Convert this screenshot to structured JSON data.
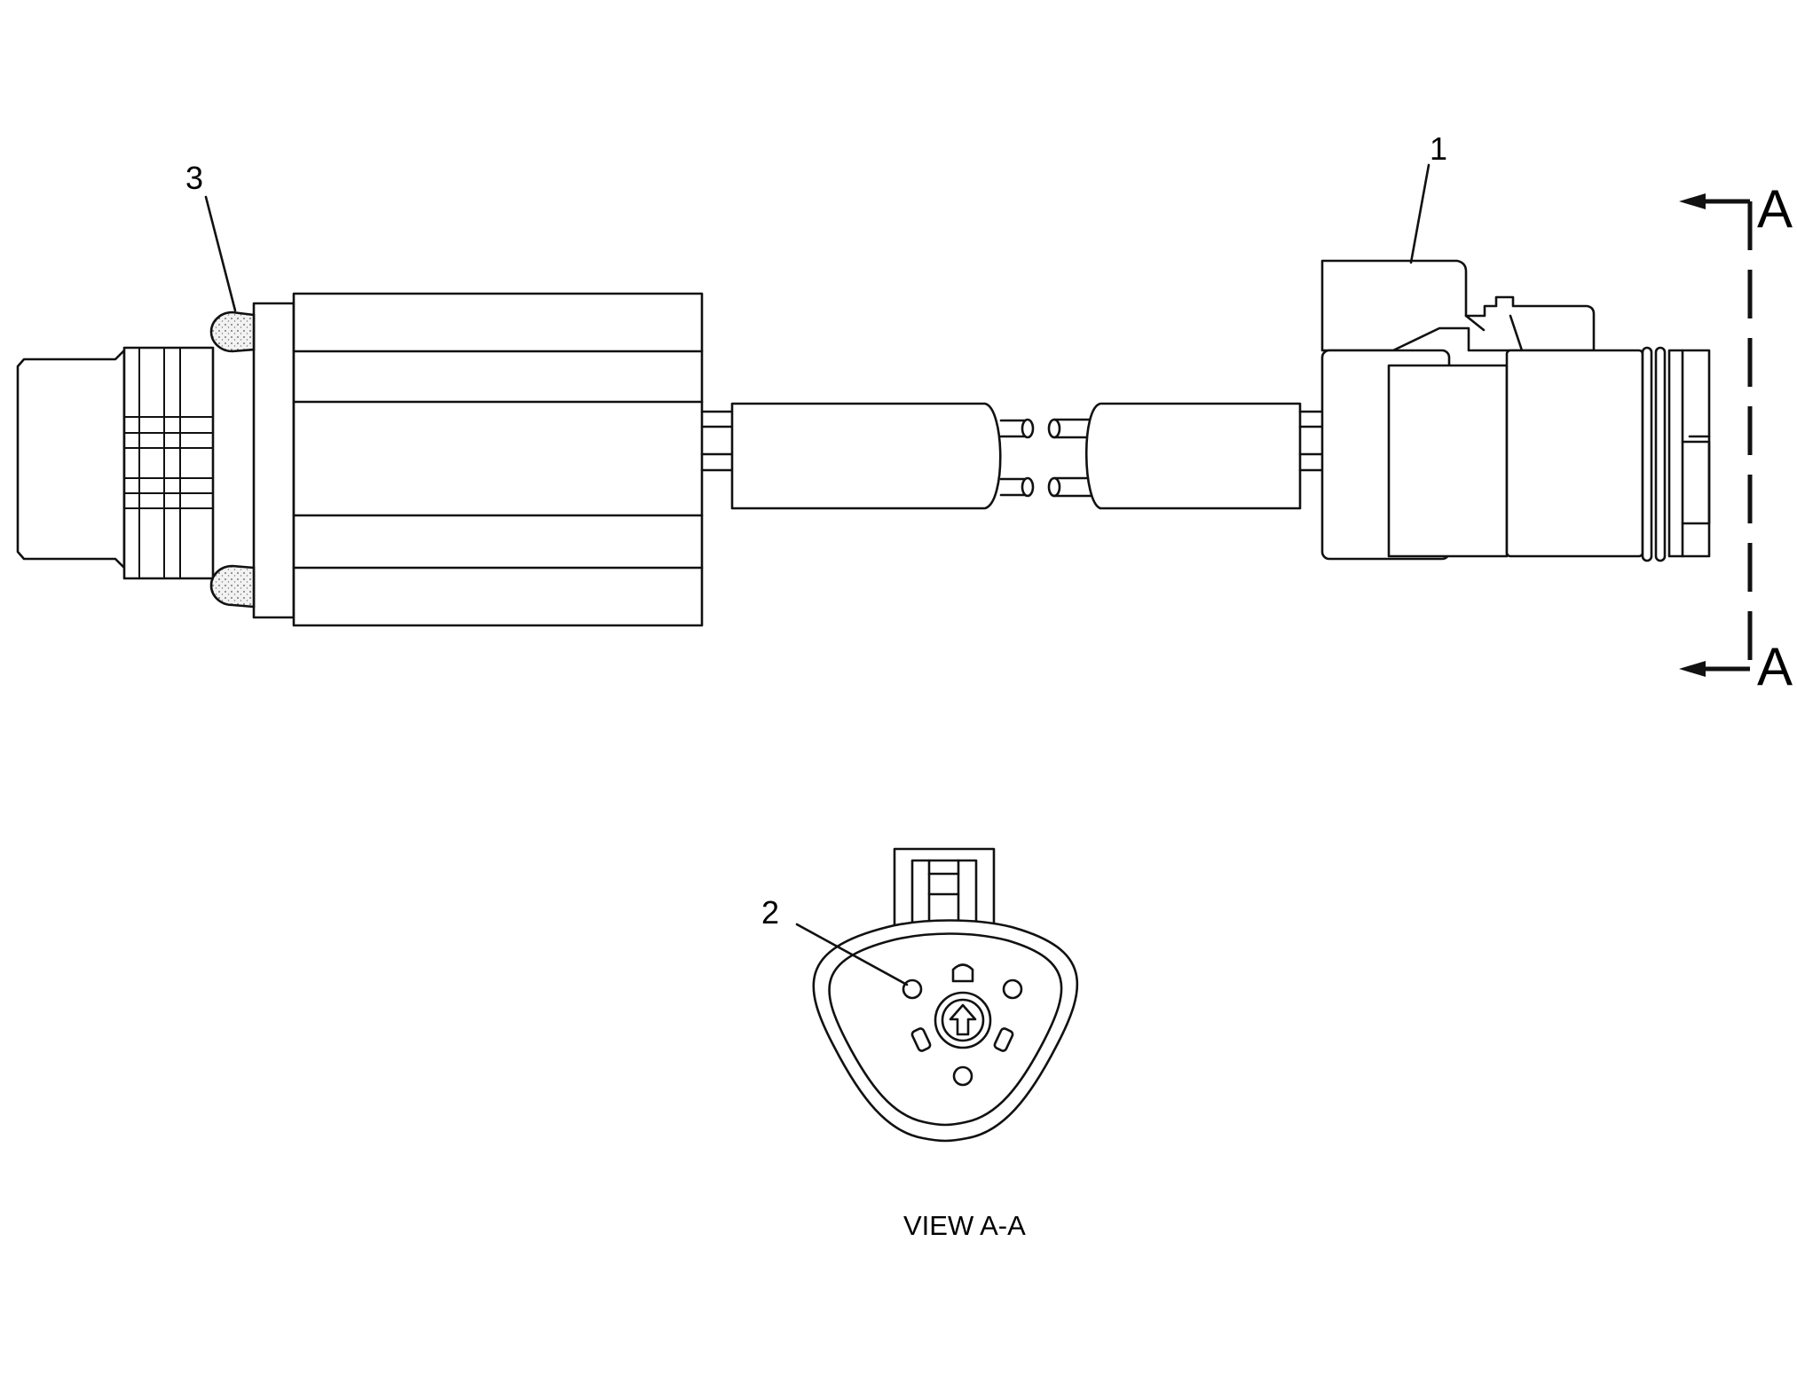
{
  "drawing": {
    "callouts": [
      {
        "id": "1",
        "text": "1"
      },
      {
        "id": "2",
        "text": "2"
      },
      {
        "id": "3",
        "text": "3"
      }
    ],
    "section_marker_top": "A",
    "section_marker_bottom": "A",
    "view_caption": "VIEW A-A"
  },
  "colors": {
    "line": "#111111",
    "background": "#ffffff",
    "seal_fill": "#eeeeee"
  }
}
